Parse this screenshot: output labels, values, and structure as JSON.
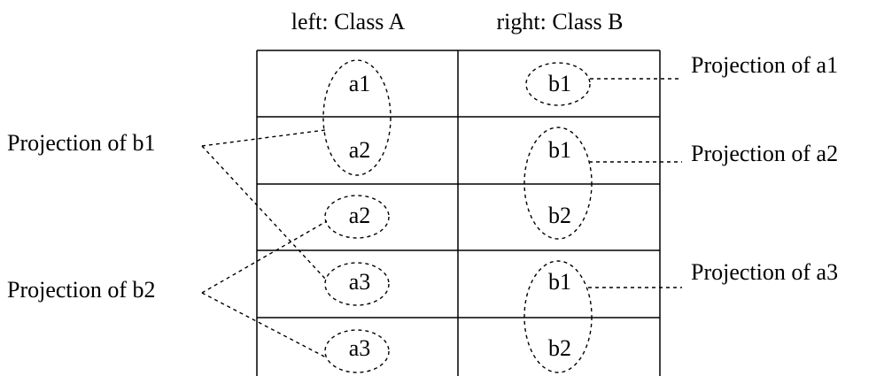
{
  "header": {
    "left": "left: Class A",
    "right": "right: Class B"
  },
  "rows": [
    {
      "a": "a1",
      "b": "b1"
    },
    {
      "a": "a2",
      "b": "b1"
    },
    {
      "a": "a2",
      "b": "b2"
    },
    {
      "a": "a3",
      "b": "b1"
    },
    {
      "a": "a3",
      "b": "b2"
    }
  ],
  "projections": {
    "b1": "Projection of b1",
    "b2": "Projection of b2",
    "a1": "Projection of a1",
    "a2": "Projection of a2",
    "a3": "Projection of a3"
  }
}
